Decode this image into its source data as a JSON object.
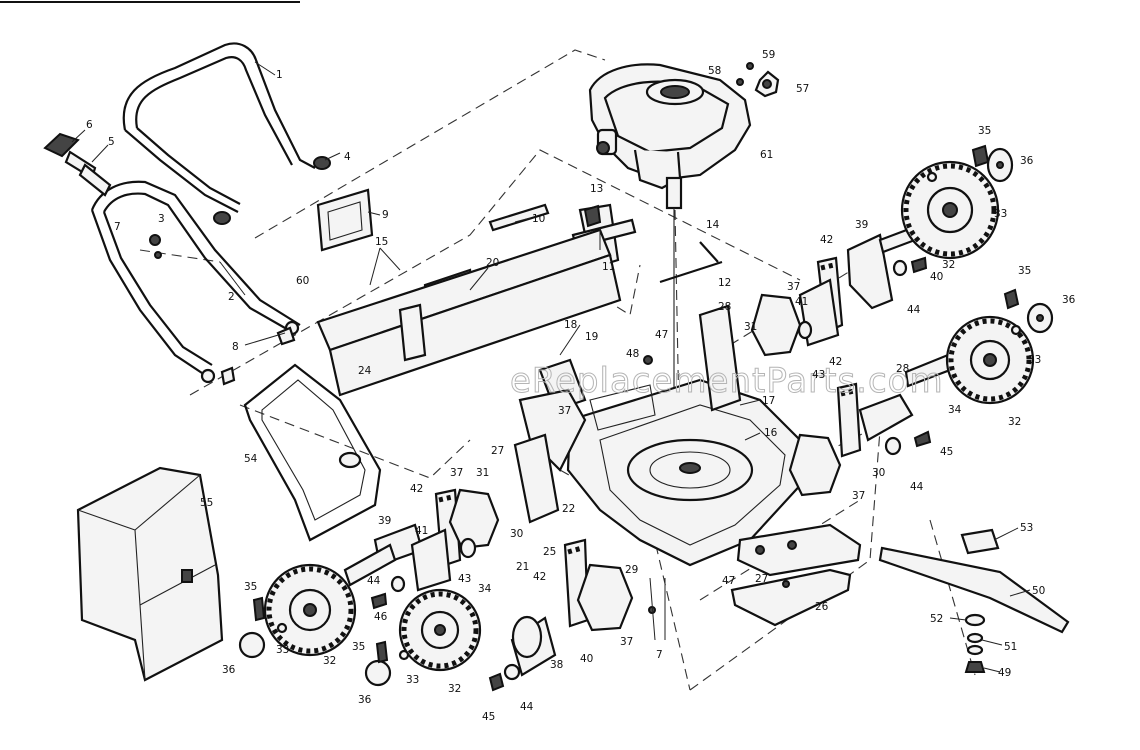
{
  "watermark": "eReplacementParts.com",
  "labels": [
    {
      "id": "1",
      "text": "1"
    },
    {
      "id": "2",
      "text": "2"
    },
    {
      "id": "3",
      "text": "3"
    },
    {
      "id": "4",
      "text": "4"
    },
    {
      "id": "5",
      "text": "5"
    },
    {
      "id": "6",
      "text": "6"
    },
    {
      "id": "7a",
      "text": "7"
    },
    {
      "id": "7b",
      "text": "7"
    },
    {
      "id": "8",
      "text": "8"
    },
    {
      "id": "9",
      "text": "9"
    },
    {
      "id": "10",
      "text": "10"
    },
    {
      "id": "11",
      "text": "11"
    },
    {
      "id": "12",
      "text": "12"
    },
    {
      "id": "13",
      "text": "13"
    },
    {
      "id": "14",
      "text": "14"
    },
    {
      "id": "15",
      "text": "15"
    },
    {
      "id": "16",
      "text": "16"
    },
    {
      "id": "17",
      "text": "17"
    },
    {
      "id": "18",
      "text": "18"
    },
    {
      "id": "19",
      "text": "19"
    },
    {
      "id": "20",
      "text": "20"
    },
    {
      "id": "21",
      "text": "21"
    },
    {
      "id": "22",
      "text": "22"
    },
    {
      "id": "24",
      "text": "24"
    },
    {
      "id": "25",
      "text": "25"
    },
    {
      "id": "26",
      "text": "26"
    },
    {
      "id": "27a",
      "text": "27"
    },
    {
      "id": "27b",
      "text": "27"
    },
    {
      "id": "28a",
      "text": "28"
    },
    {
      "id": "28b",
      "text": "28"
    },
    {
      "id": "29",
      "text": "29"
    },
    {
      "id": "30a",
      "text": "30"
    },
    {
      "id": "30b",
      "text": "30"
    },
    {
      "id": "31a",
      "text": "31"
    },
    {
      "id": "31b",
      "text": "31"
    },
    {
      "id": "32a",
      "text": "32"
    },
    {
      "id": "32b",
      "text": "32"
    },
    {
      "id": "32c",
      "text": "32"
    },
    {
      "id": "32d",
      "text": "32"
    },
    {
      "id": "33a",
      "text": "33"
    },
    {
      "id": "33b",
      "text": "33"
    },
    {
      "id": "33c",
      "text": "33"
    },
    {
      "id": "33d",
      "text": "33"
    },
    {
      "id": "34a",
      "text": "34"
    },
    {
      "id": "34b",
      "text": "34"
    },
    {
      "id": "35a",
      "text": "35"
    },
    {
      "id": "35b",
      "text": "35"
    },
    {
      "id": "35c",
      "text": "35"
    },
    {
      "id": "35d",
      "text": "35"
    },
    {
      "id": "36a",
      "text": "36"
    },
    {
      "id": "36b",
      "text": "36"
    },
    {
      "id": "36c",
      "text": "36"
    },
    {
      "id": "36d",
      "text": "36"
    },
    {
      "id": "37a",
      "text": "37"
    },
    {
      "id": "37b",
      "text": "37"
    },
    {
      "id": "37c",
      "text": "37"
    },
    {
      "id": "37d",
      "text": "37"
    },
    {
      "id": "37e",
      "text": "37"
    },
    {
      "id": "38",
      "text": "38"
    },
    {
      "id": "39a",
      "text": "39"
    },
    {
      "id": "39b",
      "text": "39"
    },
    {
      "id": "40a",
      "text": "40"
    },
    {
      "id": "40b",
      "text": "40"
    },
    {
      "id": "41a",
      "text": "41"
    },
    {
      "id": "41b",
      "text": "41"
    },
    {
      "id": "42a",
      "text": "42"
    },
    {
      "id": "42b",
      "text": "42"
    },
    {
      "id": "42c",
      "text": "42"
    },
    {
      "id": "42d",
      "text": "42"
    },
    {
      "id": "43a",
      "text": "43"
    },
    {
      "id": "43b",
      "text": "43"
    },
    {
      "id": "44a",
      "text": "44"
    },
    {
      "id": "44b",
      "text": "44"
    },
    {
      "id": "44c",
      "text": "44"
    },
    {
      "id": "44d",
      "text": "44"
    },
    {
      "id": "45a",
      "text": "45"
    },
    {
      "id": "45b",
      "text": "45"
    },
    {
      "id": "46",
      "text": "46"
    },
    {
      "id": "47a",
      "text": "47"
    },
    {
      "id": "47b",
      "text": "47"
    },
    {
      "id": "48",
      "text": "48"
    },
    {
      "id": "49",
      "text": "49"
    },
    {
      "id": "50",
      "text": "50"
    },
    {
      "id": "51",
      "text": "51"
    },
    {
      "id": "52",
      "text": "52"
    },
    {
      "id": "53",
      "text": "53"
    },
    {
      "id": "54",
      "text": "54"
    },
    {
      "id": "55",
      "text": "55"
    },
    {
      "id": "57",
      "text": "57"
    },
    {
      "id": "58",
      "text": "58"
    },
    {
      "id": "59",
      "text": "59"
    },
    {
      "id": "60",
      "text": "60"
    },
    {
      "id": "61",
      "text": "61"
    }
  ]
}
